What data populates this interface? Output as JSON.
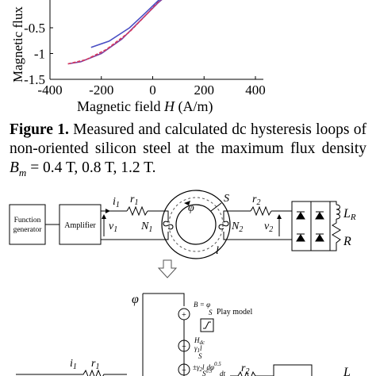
{
  "chart_data": {
    "type": "line",
    "title": "",
    "xlabel": "Magnetic field",
    "xlabel_symbol": "H",
    "xlabel_unit": "(A/m)",
    "ylabel": "Magnetic flux",
    "xlim": [
      -400,
      400
    ],
    "ylim": [
      -1.5,
      0
    ],
    "xticks": [
      "-400",
      "-200",
      "0",
      "200",
      "400"
    ],
    "yticks": [
      "-0.5",
      "-1",
      "-1.5"
    ],
    "grid": false,
    "series": [
      {
        "color": "#7b3fa0",
        "x": [
          -330,
          -280,
          -200,
          -120,
          -40,
          20,
          60
        ],
        "y": [
          -1.2,
          -1.16,
          -1.0,
          -0.72,
          -0.32,
          -0.02,
          0.15
        ]
      },
      {
        "color": "#d9365a",
        "x": [
          -330,
          -260,
          -180,
          -90,
          -20,
          30,
          60
        ],
        "y": [
          -1.2,
          -1.12,
          -0.92,
          -0.58,
          -0.22,
          0.05,
          0.15
        ]
      },
      {
        "color": "#4a4fc4",
        "x": [
          -240,
          -170,
          -90,
          -30,
          20,
          50
        ],
        "y": [
          -0.88,
          -0.76,
          -0.5,
          -0.22,
          0.02,
          0.12
        ]
      }
    ]
  },
  "caption": {
    "label": "Figure 1.",
    "text": " Measured and calculated dc hysteresis loops of non-oriented silicon steel at the maximum flux density ",
    "bm": "B",
    "bm_sub": "m",
    "values": " = 0.4 T, 0.8 T, 1.2 T."
  },
  "circuit": {
    "function_generator": [
      "Function",
      "generator"
    ],
    "amplifier": "Amplifier",
    "i1": "i",
    "i1_sub": "1",
    "r1": "r",
    "r1_sub": "1",
    "v1": "v",
    "v1_sub": "1",
    "N1": "N",
    "N1_sub": "1",
    "S": "S",
    "phi": "φ",
    "l": "l",
    "r2": "r",
    "r2_sub": "2",
    "N2": "N",
    "N2_sub": "2",
    "v2": "v",
    "v2_sub": "2",
    "LR": "L",
    "LR_sub": "R",
    "R": "R",
    "play_model": "Play model",
    "B_eq": "B = ",
    "phi_over_S_num": "φ",
    "phi_over_S_den": "S",
    "Hdc": "H",
    "Hdc_sub": "dc",
    "gamma_l": "γ",
    "gamma_l_sub": "1",
    "gamma_l_l": "l",
    "gamma_l_den": "S",
    "gamma2_prefix": "±",
    "gamma2": "γ",
    "gamma2_sub": "2",
    "gamma2_l": "l",
    "gamma2_den": "S",
    "gamma2_den_exp": "0.5",
    "dphi": "dφ",
    "dt": "dt",
    "exp05": "0.5"
  }
}
